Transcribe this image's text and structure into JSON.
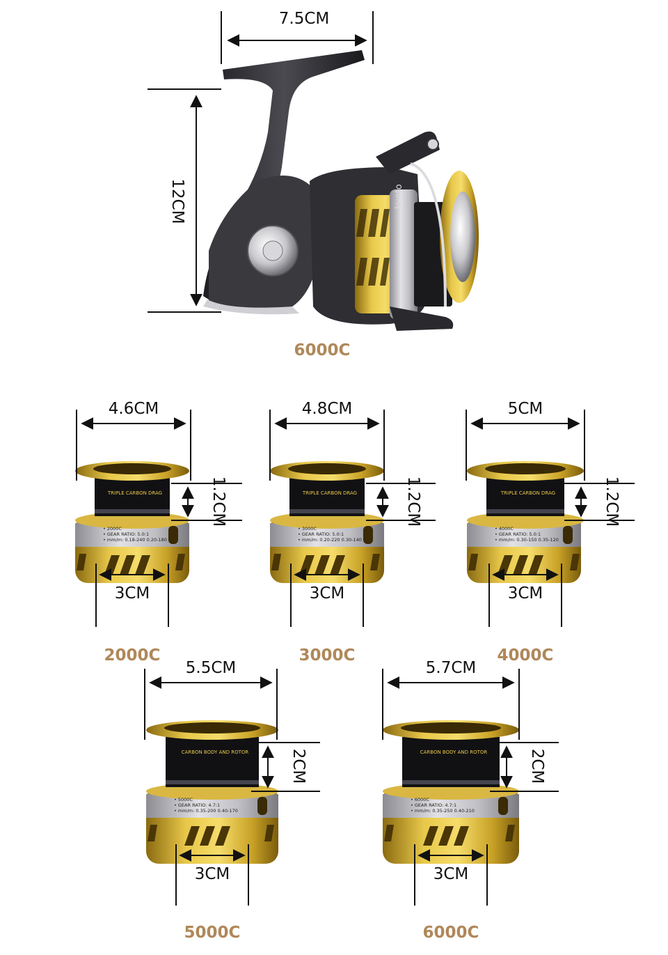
{
  "main_reel": {
    "width_label": "7.5CM",
    "height_label": "12CM",
    "brand": "kyoto",
    "model": "6000C"
  },
  "spools": [
    {
      "model": "2000C",
      "width_label": "4.6CM",
      "height_label": "1.2CM",
      "base_label": "3CM",
      "band_text": "TRIPLE CARBON DRAG",
      "info_lines": [
        "2000C",
        "GEAR RATIO: 5.0:1",
        "mm/m: 0.18-240 0.20-180"
      ]
    },
    {
      "model": "3000C",
      "width_label": "4.8CM",
      "height_label": "1.2CM",
      "base_label": "3CM",
      "band_text": "TRIPLE CARBON DRAG",
      "info_lines": [
        "3000C",
        "GEAR RATIO: 5.0:1",
        "mm/m: 0.20-220 0.30-140"
      ]
    },
    {
      "model": "4000C",
      "width_label": "5CM",
      "height_label": "1.2CM",
      "base_label": "3CM",
      "band_text": "TRIPLE CARBON DRAG",
      "info_lines": [
        "4000C",
        "GEAR RATIO: 5.0:1",
        "mm/m: 0.30-150 0.35-120"
      ]
    },
    {
      "model": "5000C",
      "width_label": "5.5CM",
      "height_label": "2CM",
      "base_label": "3CM",
      "band_text": "CARBON BODY AND ROTOR",
      "info_lines": [
        "5000C",
        "GEAR RATIO: 4.7:1",
        "mm/m: 0.35-200 0.40-170"
      ]
    },
    {
      "model": "6000C",
      "width_label": "5.7CM",
      "height_label": "2CM",
      "base_label": "3CM",
      "band_text": "CARBON BODY AND ROTOR",
      "info_lines": [
        "6000C",
        "GEAR RATIO: 4.7:1",
        "mm/m: 0.35-250 0.40-210"
      ]
    }
  ],
  "colors": {
    "gold": "#c9a227",
    "gold_dark": "#8a6a10",
    "silver": "#bfbfc4",
    "model_label": "#b0885a",
    "body_dark": "#3a3a3e"
  }
}
